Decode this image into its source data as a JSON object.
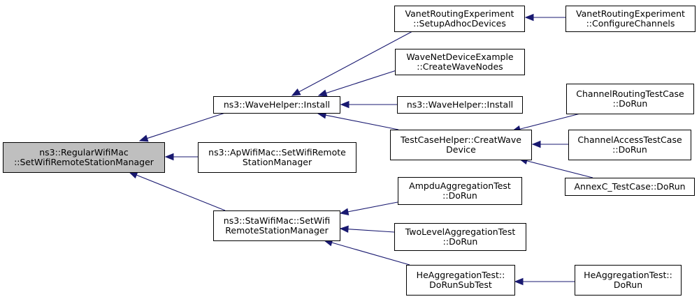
{
  "colors": {
    "edge": "#191970",
    "root_fill": "#bfbfbf",
    "node_fill": "#ffffff",
    "border": "#000000"
  },
  "nodes": {
    "regular_set": {
      "lines": [
        "ns3::RegularWifiMac",
        "::SetWifiRemoteStationManager"
      ]
    },
    "wave_install": {
      "lines": [
        "ns3::WaveHelper::Install"
      ]
    },
    "ap_set": {
      "lines": [
        "ns3::ApWifiMac::SetWifiRemote",
        "StationManager"
      ]
    },
    "sta_set": {
      "lines": [
        "ns3::StaWifiMac::SetWifi",
        "RemoteStationManager"
      ]
    },
    "vanet_setup": {
      "lines": [
        "VanetRoutingExperiment",
        "::SetupAdhocDevices"
      ]
    },
    "vanet_config": {
      "lines": [
        "VanetRoutingExperiment",
        "::ConfigureChannels"
      ]
    },
    "wave_create_nodes": {
      "lines": [
        "WaveNetDeviceExample",
        "::CreateWaveNodes"
      ]
    },
    "wave_install2": {
      "lines": [
        "ns3::WaveHelper::Install"
      ]
    },
    "creat_wave": {
      "lines": [
        "TestCaseHelper::CreatWave",
        "Device"
      ]
    },
    "channel_routing": {
      "lines": [
        "ChannelRoutingTestCase",
        "::DoRun"
      ]
    },
    "channel_access": {
      "lines": [
        "ChannelAccessTestCase",
        "::DoRun"
      ]
    },
    "annexc": {
      "lines": [
        "AnnexC_TestCase::DoRun"
      ]
    },
    "ampdu": {
      "lines": [
        "AmpduAggregationTest",
        "::DoRun"
      ]
    },
    "twolevel": {
      "lines": [
        "TwoLevelAggregationTest",
        "::DoRun"
      ]
    },
    "he_subtest": {
      "lines": [
        "HeAggregationTest::",
        "DoRunSubTest"
      ]
    },
    "he_dorun": {
      "lines": [
        "HeAggregationTest::",
        "DoRun"
      ]
    }
  },
  "edges": [
    {
      "from": "wave_install",
      "to": "regular_set"
    },
    {
      "from": "ap_set",
      "to": "regular_set"
    },
    {
      "from": "sta_set",
      "to": "regular_set"
    },
    {
      "from": "vanet_setup",
      "to": "wave_install"
    },
    {
      "from": "wave_create_nodes",
      "to": "wave_install"
    },
    {
      "from": "wave_install2",
      "to": "wave_install"
    },
    {
      "from": "creat_wave",
      "to": "wave_install"
    },
    {
      "from": "vanet_config",
      "to": "vanet_setup"
    },
    {
      "from": "channel_routing",
      "to": "creat_wave"
    },
    {
      "from": "channel_access",
      "to": "creat_wave"
    },
    {
      "from": "annexc",
      "to": "creat_wave"
    },
    {
      "from": "ampdu",
      "to": "sta_set"
    },
    {
      "from": "twolevel",
      "to": "sta_set"
    },
    {
      "from": "he_subtest",
      "to": "sta_set"
    },
    {
      "from": "he_dorun",
      "to": "he_subtest"
    }
  ]
}
